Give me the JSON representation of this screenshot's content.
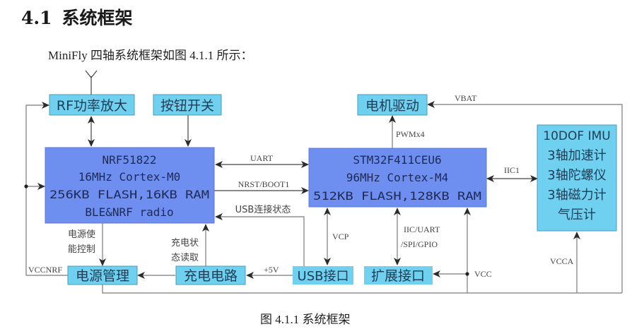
{
  "section": {
    "number": "4.1",
    "title": "系统框架"
  },
  "intro_text": "MiniFly 四轴系统框架如图 4.1.1 所示：",
  "caption": "图 4.1.1  系统框架",
  "colors": {
    "module_box": "#6fd0ef",
    "mcu_box": "#6f8ff0",
    "wire": "#7a7a7a"
  },
  "diagram": {
    "blocks": {
      "rf_amp": "RF功率放大",
      "button": "按钮开关",
      "motor_driver": "电机驱动",
      "nrf": {
        "lines": [
          "NRF51822",
          "16MHz Cortex-M0",
          "256KB FLASH,16KB RAM",
          "BLE&NRF radio"
        ]
      },
      "stm": {
        "lines": [
          "STM32F411CEU6",
          "96MHz Cortex-M4",
          "512KB FLASH,128KB RAM"
        ]
      },
      "imu": {
        "lines": [
          "10DOF IMU",
          "3轴加速计",
          "3轴陀螺仪",
          "3轴磁力计",
          "气压计"
        ]
      },
      "power_mgmt": "电源管理",
      "charger": "充电电路",
      "usb": "USB接口",
      "expansion": "扩展接口"
    },
    "signals": {
      "uart": "UART",
      "nrst_boot": "NRST/BOOT1",
      "usb_status": "USB连接状态",
      "pwm": "PWMx4",
      "vbat": "VBAT",
      "iic1": "IIC1",
      "vcp": "VCP",
      "expansion_bus_1": "IIC/UART",
      "expansion_bus_2": "/SPI/GPIO",
      "vcc": "VCC",
      "vcca": "VCCA",
      "vccnrf": "VCCNRF",
      "plus5v": "+5V",
      "power_enable_1": "电源使",
      "power_enable_2": "能控制",
      "charge_status_1": "充电状",
      "charge_status_2": "态读取"
    }
  }
}
